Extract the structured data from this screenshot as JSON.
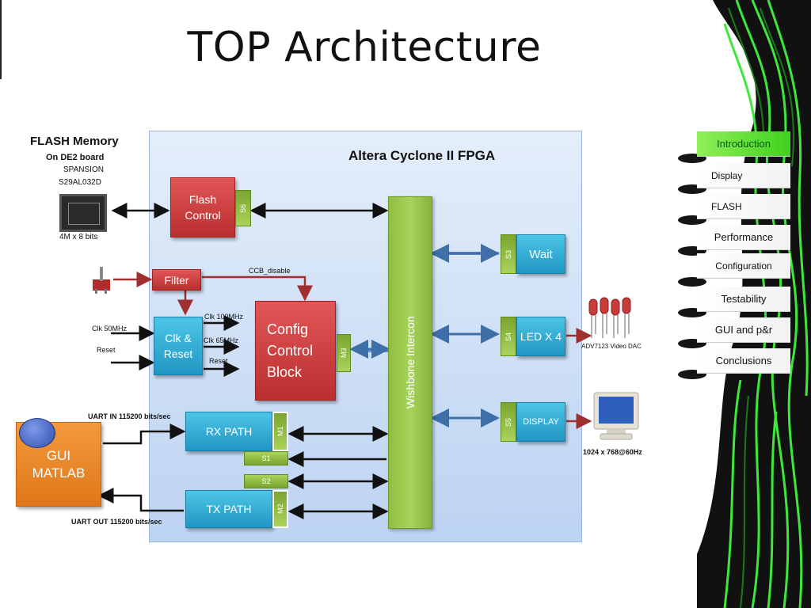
{
  "title": "TOP Architecture",
  "flash": {
    "heading": "FLASH Memory",
    "board": "On DE2 board",
    "vendor": "SPANSION",
    "part": "S29AL032D",
    "size": "4M x 8 bits"
  },
  "fpga": {
    "label": "Altera  Cyclone II FPGA"
  },
  "blocks": {
    "flash_control": "Flash Control",
    "filter": "Filter",
    "clk_reset": "Clk & Reset",
    "config": "Config Control Block",
    "rx_path": "RX PATH",
    "tx_path": "TX PATH",
    "wait": "Wait",
    "led": "LED X 4",
    "display": "DISPLAY",
    "gui": "GUI MATLAB",
    "bus": "Wishbone Intercon"
  },
  "ports": {
    "s6": "S6",
    "s3": "S3",
    "s4": "S4",
    "s5": "S5",
    "s1": "S1",
    "s2": "S2",
    "m1": "M1",
    "m2": "M2",
    "m3": "M3"
  },
  "signals": {
    "ccb_disable": "CCB_disable",
    "clk50": "Clk 50MHz",
    "reset_in": "Reset",
    "clk100": "Clk 100MHz",
    "clk65": "Clk 65MHz",
    "reset_out": "Reset",
    "uart_in": "UART IN 115200 bits/sec",
    "uart_out": "UART OUT 115200 bits/sec"
  },
  "outputs": {
    "dac": "ADV7123 Video DAC",
    "resolution": "1024 x 768@60Hz"
  },
  "nav": [
    {
      "label": "Introduction",
      "active": true
    },
    {
      "label": "Display",
      "active": false
    },
    {
      "label": "FLASH",
      "active": false
    },
    {
      "label": "Performance",
      "active": false
    },
    {
      "label": "Configuration",
      "active": false
    },
    {
      "label": "Testability",
      "active": false
    },
    {
      "label": "GUI and p&r",
      "active": false
    },
    {
      "label": "Conclusions",
      "active": false
    }
  ],
  "colors": {
    "block_red": "#c93a3a",
    "block_cyan": "#2ea7d2",
    "bus_green": "#8fbe42",
    "nav_active": "#4fdc2b"
  }
}
